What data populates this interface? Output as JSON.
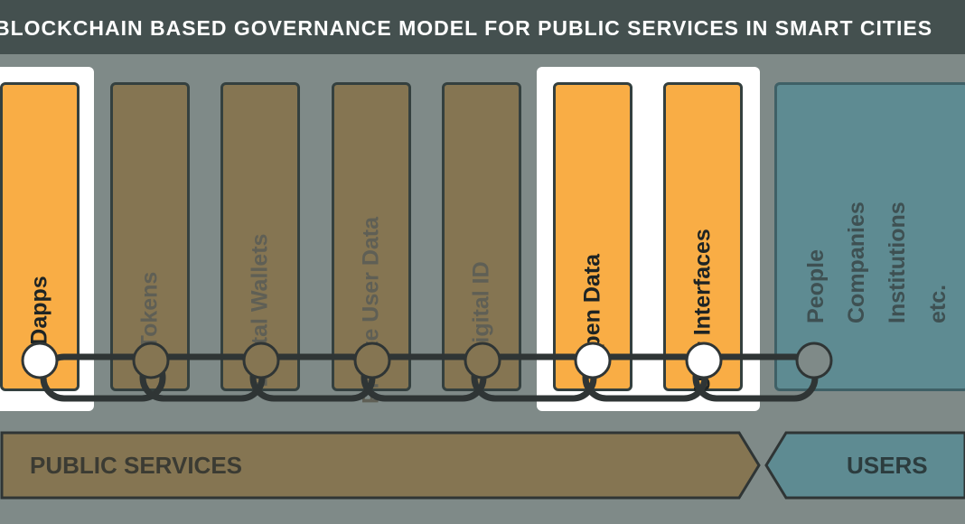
{
  "title": "BLOCKCHAIN  BASED GOVERNANCE MODEL FOR PUBLIC SERVICES IN SMART CITIES",
  "columns": [
    {
      "label": "Dapps",
      "kind": "orange"
    },
    {
      "label": "Tokens",
      "kind": "brown"
    },
    {
      "label": "Digital Wallets",
      "kind": "brown"
    },
    {
      "label": "Private User Data",
      "kind": "brown"
    },
    {
      "label": "Digital ID",
      "kind": "brown"
    },
    {
      "label": "Open Data",
      "kind": "orange"
    },
    {
      "label": "User Interfaces",
      "kind": "orange"
    }
  ],
  "users_column": {
    "lines": [
      "People",
      "Companies",
      "Institutions",
      "etc."
    ]
  },
  "banners": {
    "public_services": "PUBLIC SERVICES",
    "users": "USERS"
  },
  "colors": {
    "orange": "#f9ad45",
    "brown": "#857552",
    "teal": "#5e8b92",
    "background": "#7f8a88",
    "title_bar": "#44504f",
    "highlight": "#ffffff",
    "chain": "#2f3535"
  }
}
